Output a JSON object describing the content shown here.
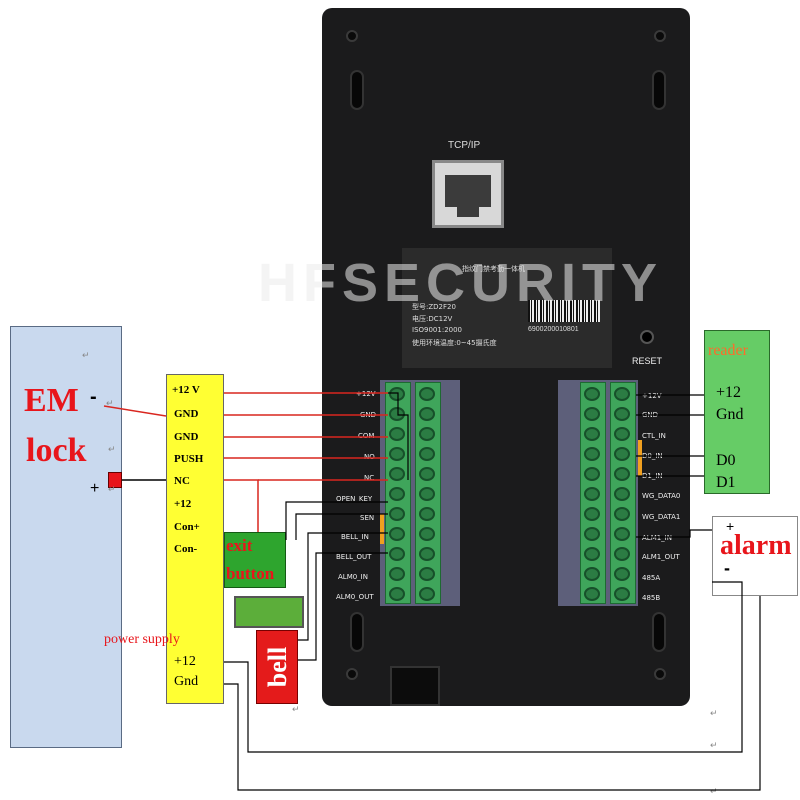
{
  "watermark": "HFSECURITY",
  "device": {
    "tcp_label": "TCP/IP",
    "reset_label": "RESET",
    "sticker_lines": [
      "指纹门禁考勤一体机",
      "型号:ZD2F20",
      "电压:DC12V",
      "ISO9001:2000",
      "使用环境温度:0~45摄氏度"
    ],
    "barcode_number": "6900200010801",
    "left_pins": [
      "+12V",
      "GND",
      "COM",
      "NO",
      "NC",
      "OPEN_KEY",
      "SEN",
      "BELL_IN",
      "BELL_OUT",
      "ALM0_IN",
      "ALM0_OUT"
    ],
    "right_pins": [
      "+12V",
      "GND",
      "CTL_IN",
      "D0_IN",
      "D1_IN",
      "WG_DATA0",
      "WG_DATA1",
      "ALM1_IN",
      "ALM1_OUT",
      "485A",
      "485B"
    ]
  },
  "em_lock": {
    "title_line1": "EM",
    "title_line2": "lock",
    "minus": "-",
    "plus": "+"
  },
  "power_block": {
    "labels": [
      "+12 V",
      "GND",
      "GND",
      "PUSH",
      "NC",
      "+12",
      "Con+",
      "Con-"
    ],
    "power_supply_label": "power supply",
    "supply_plus": "+12",
    "supply_gnd": "Gnd"
  },
  "exit_button": {
    "line1": "exit",
    "line2": "button"
  },
  "bell": {
    "label": "bell"
  },
  "reader": {
    "title": "reader",
    "labels": [
      "+12",
      "Gnd",
      "D0",
      "D1"
    ]
  },
  "alarm": {
    "label": "alarm",
    "plus": "+",
    "minus": "-"
  },
  "colors": {
    "device_body": "#1b1b1c",
    "em_lock_box": "#c9d9ee",
    "power_box": "#ffff33",
    "exit_green": "#2ea52e",
    "bell_red": "#e41b1b",
    "reader_green": "#66cc66",
    "wire_red": "#d9261f",
    "wire_black": "#000000",
    "terminal_green": "#3fa55b"
  },
  "icons": [
    "screw-icon",
    "rj45-port-icon",
    "reset-button-icon",
    "barcode-icon",
    "paragraph-mark-icon"
  ]
}
